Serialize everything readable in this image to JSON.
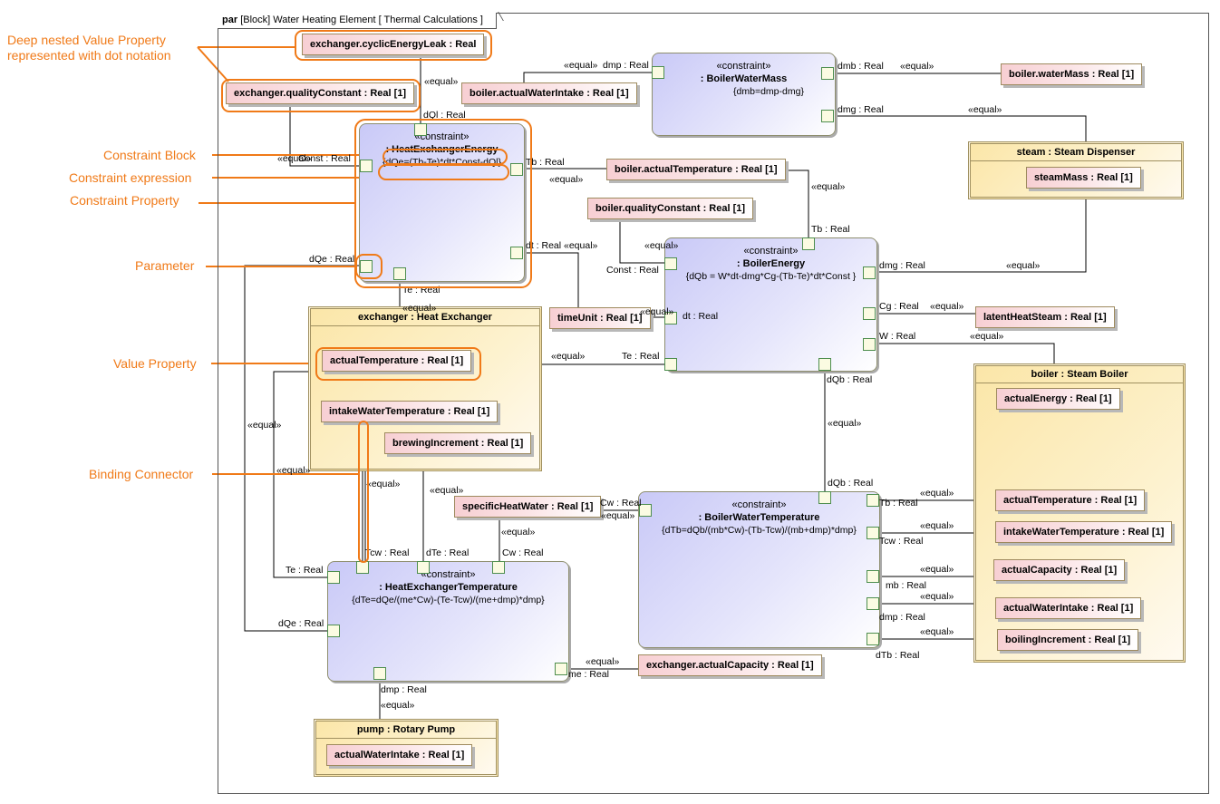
{
  "frame": {
    "kind": "par",
    "type": "[Block]",
    "name": "Water Heating Element",
    "diagram": "[ Thermal Calculations ]"
  },
  "annotations": [
    {
      "id": "deep",
      "text": "Deep nested Value Property\nrepresented with dot notation"
    },
    {
      "id": "cblock",
      "text": "Constraint Block"
    },
    {
      "id": "cexpr",
      "text": "Constraint expression"
    },
    {
      "id": "cprop",
      "text": "Constraint Property"
    },
    {
      "id": "param",
      "text": "Parameter"
    },
    {
      "id": "vprop",
      "text": "Value Property"
    },
    {
      "id": "bind",
      "text": "Binding Connector"
    }
  ],
  "value_properties": {
    "cyclicEnergyLeak": "exchanger.cyclicEnergyLeak : Real",
    "exQualityConstant": "exchanger.qualityConstant : Real [1]",
    "boilerActualWaterIntake": "boiler.actualWaterIntake : Real [1]",
    "boilerWaterMass": "boiler.waterMass : Real [1]",
    "boilerActualTemperature": "boiler.actualTemperature : Real [1]",
    "boilerQualityConstant": "boiler.qualityConstant : Real [1]",
    "timeUnit": "timeUnit : Real [1]",
    "latentHeatSteam": "latentHeatSteam : Real [1]",
    "specificHeatWater": "specificHeatWater : Real [1]",
    "exActualCapacity": "exchanger.actualCapacity : Real [1]"
  },
  "parts": {
    "steam": {
      "title": "steam : Steam Dispenser",
      "props": [
        "steamMass : Real [1]"
      ]
    },
    "exchanger": {
      "title": "exchanger : Heat Exchanger",
      "props": [
        "actualTemperature : Real [1]",
        "intakeWaterTemperature : Real [1]",
        "brewingIncrement : Real [1]"
      ]
    },
    "boiler": {
      "title": "boiler : Steam Boiler",
      "props": [
        "actualEnergy : Real [1]",
        "actualTemperature : Real [1]",
        "intakeWaterTemperature : Real [1]",
        "actualCapacity : Real [1]",
        "actualWaterIntake : Real [1]",
        "boilingIncrement : Real [1]"
      ]
    },
    "pump": {
      "title": "pump : Rotary Pump",
      "props": [
        "actualWaterIntake : Real [1]"
      ]
    }
  },
  "constraints": {
    "hee": {
      "stereotype": "«constraint»",
      "name": ": HeatExchangerEnergy",
      "expr": "{dQe=(Tb-Te)*dt*Const-dQl}"
    },
    "bwm": {
      "stereotype": "«constraint»",
      "name": ": BoilerWaterMass",
      "expr": "{dmb=dmp-dmg}"
    },
    "be": {
      "stereotype": "«constraint»",
      "name": ": BoilerEnergy",
      "expr": "{dQb = W*dt-dmg*Cg-(Tb-Te)*dt*Const }"
    },
    "het": {
      "stereotype": "«constraint»",
      "name": ": HeatExchangerTemperature",
      "expr": "{dTe=dQe/(me*Cw)-(Te-Tcw)/(me+dmp)*dmp}"
    },
    "bwt": {
      "stereotype": "«constraint»",
      "name": ": BoilerWaterTemperature",
      "expr": "{dTb=dQb/(mb*Cw)-(Tb-Tcw)/(mb+dmp)*dmp}"
    }
  },
  "parameter_labels": {
    "hee_dQl": "dQl : Real",
    "hee_Const": "Const : Real",
    "hee_Tb": "Tb : Real",
    "hee_dt": "dt : Real",
    "hee_dQe": "dQe : Real",
    "hee_Te": "Te : Real",
    "bwm_dmp": "dmp : Real",
    "bwm_dmb": "dmb : Real",
    "bwm_dmg": "dmg : Real",
    "be_Tb": "Tb : Real",
    "be_Const": "Const : Real",
    "be_dt": "dt : Real",
    "be_Te": "Te : Real",
    "be_dmg": "dmg : Real",
    "be_Cg": "Cg : Real",
    "be_W": "W : Real",
    "be_dQb": "dQb : Real",
    "bwt_dQb": "dQb : Real",
    "bwt_Cw": "Cw : Real",
    "bwt_Tb": "Tb : Real",
    "bwt_Tcw": "Tcw : Real",
    "bwt_mb": "mb : Real",
    "bwt_dmp": "dmp : Real",
    "bwt_dTb": "dTb : Real",
    "het_Tcw": "Tcw : Real",
    "het_dTe": "dTe : Real",
    "het_Cw": "Cw : Real",
    "het_Te": "Te : Real",
    "het_dQe": "dQe : Real",
    "het_dmp": "dmp : Real",
    "het_me": "me : Real"
  },
  "connector_stereotype": "«equal»"
}
